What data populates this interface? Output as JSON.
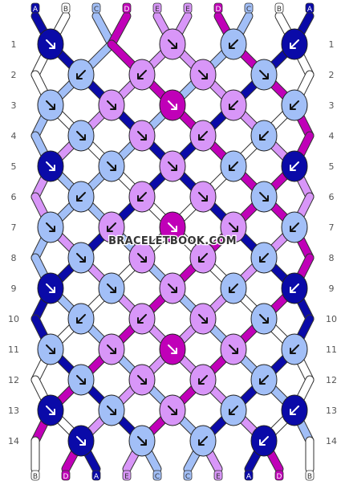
{
  "site": {
    "watermark": "BRACELETBOOK.COM"
  },
  "colors": {
    "A": "#0a0aa8",
    "B": "#ffffff",
    "C": "#a2bff7",
    "D": "#c000b8",
    "E": "#d896f8"
  },
  "top_labels": [
    "A",
    "B",
    "C",
    "D",
    "E",
    "E",
    "D",
    "C",
    "B",
    "A"
  ],
  "bottom_labels": [
    "B",
    "D",
    "A",
    "E",
    "C",
    "C",
    "E",
    "A",
    "D",
    "B"
  ],
  "row_numbers": [
    "1",
    "2",
    "3",
    "4",
    "5",
    "6",
    "7",
    "8",
    "9",
    "10",
    "11",
    "12",
    "13",
    "14"
  ],
  "knots": [
    {
      "row": 1,
      "col": 0,
      "color": "A",
      "dir": "right"
    },
    {
      "row": 1,
      "col": 2,
      "color": "E",
      "dir": "right"
    },
    {
      "row": 1,
      "col": 3,
      "color": "C",
      "dir": "left"
    },
    {
      "row": 1,
      "col": 4,
      "color": "A",
      "dir": "left"
    },
    {
      "row": 2,
      "col": 0,
      "color": "C",
      "dir": "left"
    },
    {
      "row": 2,
      "col": 1,
      "color": "E",
      "dir": "left"
    },
    {
      "row": 2,
      "col": 2,
      "color": "E",
      "dir": "right"
    },
    {
      "row": 2,
      "col": 3,
      "color": "C",
      "dir": "right"
    },
    {
      "row": 3,
      "col": 0,
      "color": "C",
      "dir": "right"
    },
    {
      "row": 3,
      "col": 1,
      "color": "E",
      "dir": "right"
    },
    {
      "row": 3,
      "col": 2,
      "color": "D",
      "dir": "right"
    },
    {
      "row": 3,
      "col": 3,
      "color": "E",
      "dir": "left"
    },
    {
      "row": 3,
      "col": 4,
      "color": "C",
      "dir": "left"
    },
    {
      "row": 4,
      "col": 0,
      "color": "C",
      "dir": "right"
    },
    {
      "row": 4,
      "col": 1,
      "color": "E",
      "dir": "right"
    },
    {
      "row": 4,
      "col": 2,
      "color": "E",
      "dir": "left"
    },
    {
      "row": 4,
      "col": 3,
      "color": "C",
      "dir": "left"
    },
    {
      "row": 5,
      "col": 0,
      "color": "A",
      "dir": "right"
    },
    {
      "row": 5,
      "col": 1,
      "color": "C",
      "dir": "right"
    },
    {
      "row": 5,
      "col": 2,
      "color": "E",
      "dir": "right"
    },
    {
      "row": 5,
      "col": 3,
      "color": "C",
      "dir": "left"
    },
    {
      "row": 5,
      "col": 4,
      "color": "A",
      "dir": "left"
    },
    {
      "row": 6,
      "col": 0,
      "color": "C",
      "dir": "left"
    },
    {
      "row": 6,
      "col": 1,
      "color": "E",
      "dir": "left"
    },
    {
      "row": 6,
      "col": 2,
      "color": "E",
      "dir": "right"
    },
    {
      "row": 6,
      "col": 3,
      "color": "C",
      "dir": "right"
    },
    {
      "row": 7,
      "col": 0,
      "color": "C",
      "dir": "right"
    },
    {
      "row": 7,
      "col": 1,
      "color": "E",
      "dir": "left"
    },
    {
      "row": 7,
      "col": 2,
      "color": "D",
      "dir": "right"
    },
    {
      "row": 7,
      "col": 3,
      "color": "E",
      "dir": "right"
    },
    {
      "row": 7,
      "col": 4,
      "color": "C",
      "dir": "left"
    },
    {
      "row": 8,
      "col": 0,
      "color": "C",
      "dir": "right"
    },
    {
      "row": 8,
      "col": 1,
      "color": "E",
      "dir": "right"
    },
    {
      "row": 8,
      "col": 2,
      "color": "E",
      "dir": "left"
    },
    {
      "row": 8,
      "col": 3,
      "color": "C",
      "dir": "left"
    },
    {
      "row": 9,
      "col": 0,
      "color": "A",
      "dir": "right"
    },
    {
      "row": 9,
      "col": 1,
      "color": "C",
      "dir": "right"
    },
    {
      "row": 9,
      "col": 2,
      "color": "E",
      "dir": "right"
    },
    {
      "row": 9,
      "col": 3,
      "color": "C",
      "dir": "left"
    },
    {
      "row": 9,
      "col": 4,
      "color": "A",
      "dir": "left"
    },
    {
      "row": 10,
      "col": 0,
      "color": "C",
      "dir": "left"
    },
    {
      "row": 10,
      "col": 1,
      "color": "E",
      "dir": "left"
    },
    {
      "row": 10,
      "col": 2,
      "color": "E",
      "dir": "right"
    },
    {
      "row": 10,
      "col": 3,
      "color": "C",
      "dir": "right"
    },
    {
      "row": 11,
      "col": 0,
      "color": "C",
      "dir": "right"
    },
    {
      "row": 11,
      "col": 1,
      "color": "E",
      "dir": "right"
    },
    {
      "row": 11,
      "col": 2,
      "color": "D",
      "dir": "right"
    },
    {
      "row": 11,
      "col": 3,
      "color": "E",
      "dir": "right"
    },
    {
      "row": 11,
      "col": 4,
      "color": "C",
      "dir": "left"
    },
    {
      "row": 12,
      "col": 0,
      "color": "C",
      "dir": "right"
    },
    {
      "row": 12,
      "col": 1,
      "color": "E",
      "dir": "right"
    },
    {
      "row": 12,
      "col": 2,
      "color": "E",
      "dir": "left"
    },
    {
      "row": 12,
      "col": 3,
      "color": "C",
      "dir": "left"
    },
    {
      "row": 13,
      "col": 0,
      "color": "A",
      "dir": "right"
    },
    {
      "row": 13,
      "col": 1,
      "color": "C",
      "dir": "right"
    },
    {
      "row": 13,
      "col": 2,
      "color": "E",
      "dir": "right"
    },
    {
      "row": 13,
      "col": 3,
      "color": "C",
      "dir": "left"
    },
    {
      "row": 13,
      "col": 4,
      "color": "A",
      "dir": "left"
    },
    {
      "row": 14,
      "col": 0,
      "color": "A",
      "dir": "right"
    },
    {
      "row": 14,
      "col": 1,
      "color": "C",
      "dir": "right"
    },
    {
      "row": 14,
      "col": 2,
      "color": "C",
      "dir": "left"
    },
    {
      "row": 14,
      "col": 3,
      "color": "A",
      "dir": "left"
    }
  ]
}
